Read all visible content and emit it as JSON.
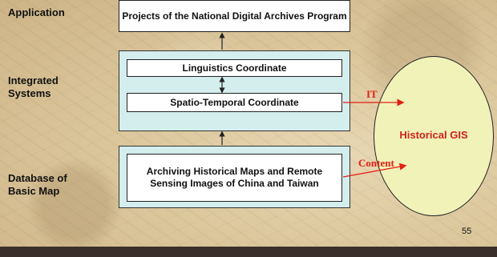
{
  "labels": {
    "application": "Application",
    "integrated": "Integrated\nSystems",
    "database": "Database of\nBasic Map"
  },
  "boxes": {
    "projects": "Projects of the National Digital Archives Program",
    "linguistics": "Linguistics Coordinate",
    "spatio": "Spatio-Temporal Coordinate",
    "archiving": "Archiving Historical Maps and Remote Sensing Images of China and Taiwan"
  },
  "ellipse": {
    "label": "Historical GIS"
  },
  "arrows": {
    "it": "IT",
    "content": "Content"
  },
  "page_number": "55",
  "colors": {
    "panel_fill": "#d4eded",
    "ellipse_fill": "#f0f2b8",
    "arrow_red": "#e41e14",
    "label_red": "#d0201c"
  }
}
